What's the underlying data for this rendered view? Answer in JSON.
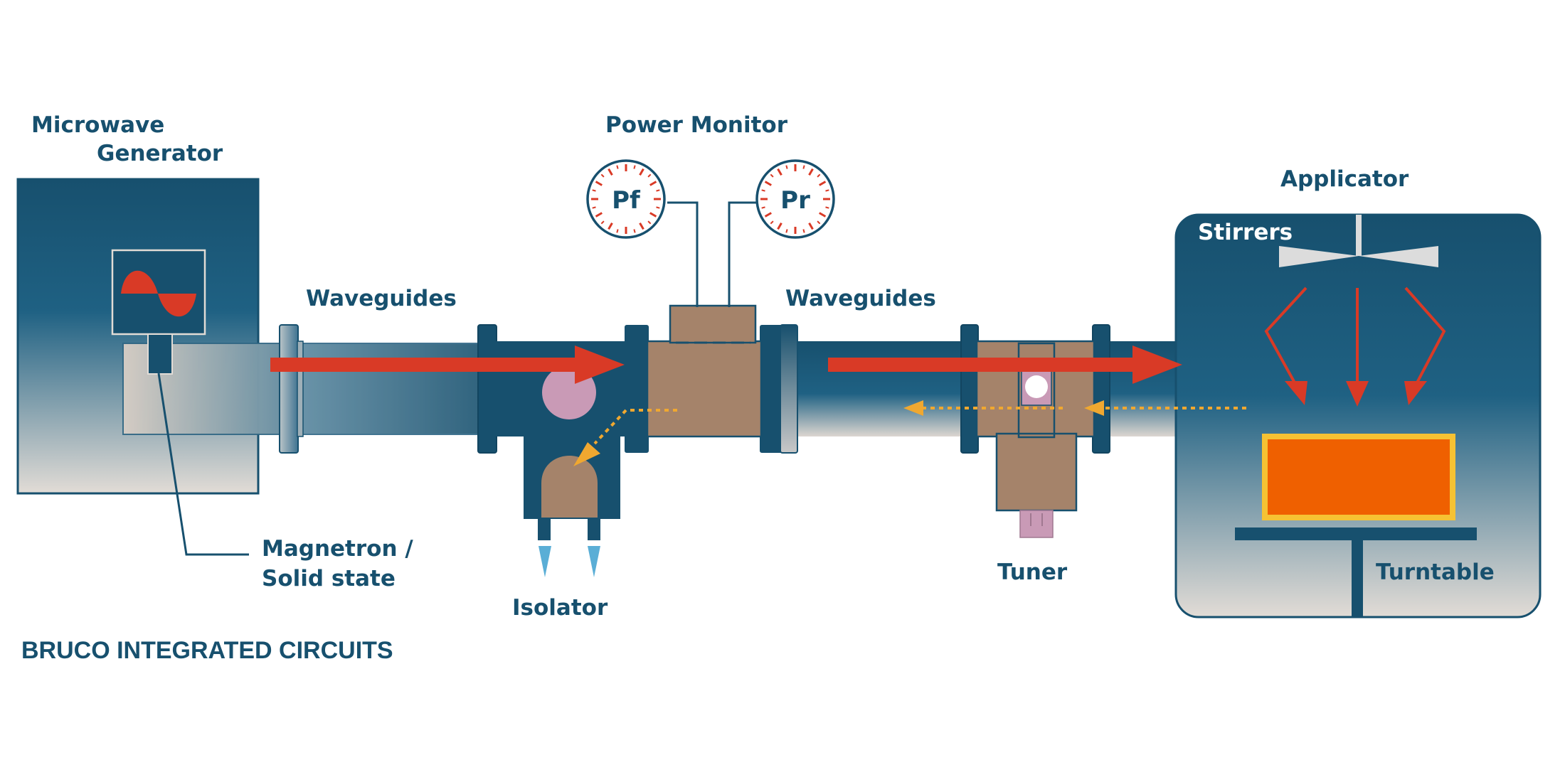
{
  "labels": {
    "generator_line1": "Microwave",
    "generator_line2": "Generator",
    "power_monitor": "Power Monitor",
    "applicator": "Applicator",
    "stirrers": "Stirrers",
    "waveguides_left": "Waveguides",
    "waveguides_right": "Waveguides",
    "magnetron_line1": "Magnetron /",
    "magnetron_line2": "Solid state",
    "isolator": "Isolator",
    "tuner": "Tuner",
    "turntable": "Turntable",
    "brand": "BRUCO INTEGRATED CIRCUITS"
  },
  "gauges": {
    "forward": "Pf",
    "reflected": "Pr"
  },
  "colors": {
    "navy": "#17506e",
    "panel_light": "#e2dcd6",
    "tan": "#a5836a",
    "forward_arrow": "#d93a26",
    "reflected_arrow": "#f0a830",
    "load": "#ef6000",
    "load_border": "#f6c233",
    "ferrite": "#c99ab6",
    "coolant": "#5aaed6",
    "stirrer": "#dcdcdc",
    "gauge_tick": "#d93a26"
  }
}
